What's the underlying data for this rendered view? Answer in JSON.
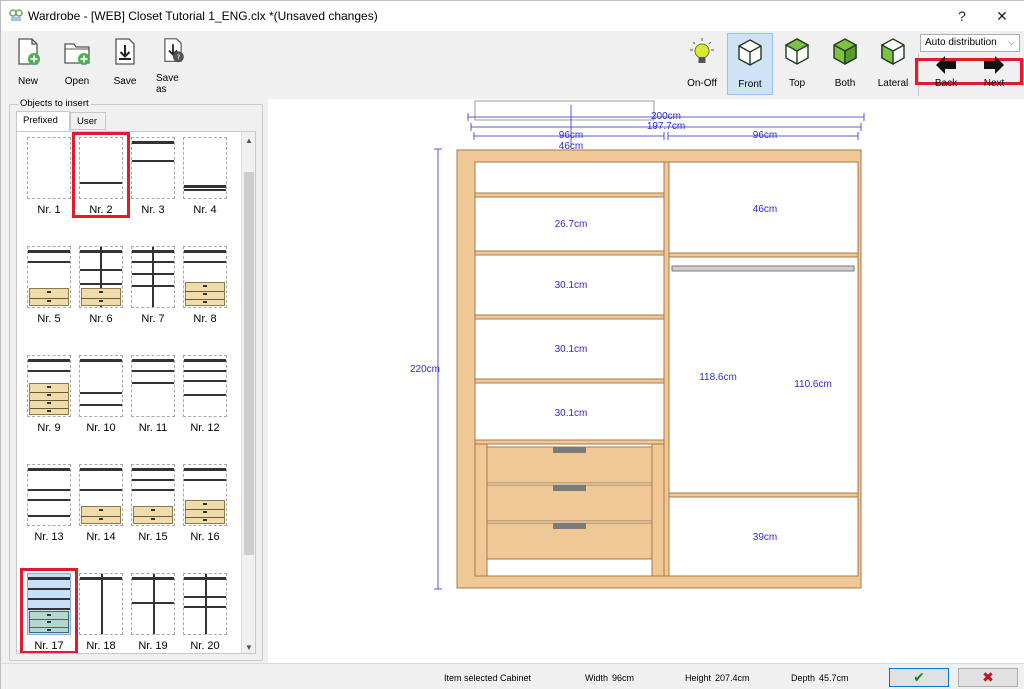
{
  "window": {
    "title": "Wardrobe - [WEB] Closet Tutorial 1_ENG.clx *(Unsaved changes)",
    "help": "?",
    "close": "✕"
  },
  "toolbar": {
    "new": "New",
    "open": "Open",
    "save": "Save",
    "save_as": "Save as",
    "on_off": "On-Off",
    "front": "Front",
    "top": "Top",
    "both": "Both",
    "lateral": "Lateral",
    "back": "Back",
    "next": "Next",
    "distribution": "Auto distribution"
  },
  "panel": {
    "group_label": "Objects to insert",
    "tabs": [
      "Prefixed",
      "User"
    ],
    "items": [
      "Nr. 1",
      "Nr. 2",
      "Nr. 3",
      "Nr. 4",
      "Nr. 5",
      "Nr. 6",
      "Nr. 7",
      "Nr. 8",
      "Nr. 9",
      "Nr. 10",
      "Nr. 11",
      "Nr. 12",
      "Nr. 13",
      "Nr. 14",
      "Nr. 15",
      "Nr. 16",
      "Nr. 17",
      "Nr. 18",
      "Nr. 19",
      "Nr. 20"
    ],
    "selected_item": "Nr. 17"
  },
  "drawing": {
    "dims": {
      "total_width": "200cm",
      "inner_width": "197.7cm",
      "left_width": "96cm",
      "right_width": "96cm",
      "depth_label": "46cm",
      "height": "220cm",
      "left_shelf_1": "26.7cm",
      "left_shelf_2": "30.1cm",
      "left_shelf_3": "30.1cm",
      "left_shelf_4": "30.1cm",
      "right_top": "46cm",
      "right_hang_1": "118.6cm",
      "right_hang_2": "110.6cm",
      "right_bottom": "39cm"
    }
  },
  "status": {
    "item_selected_label": "Item selected",
    "item_selected_value": "Cabinet",
    "width_label": "Width",
    "width_value": "96cm",
    "height_label": "Height",
    "height_value": "207.4cm",
    "depth_label": "Depth",
    "depth_value": "45.7cm",
    "ok": "✔",
    "cancel": "✖"
  },
  "colors": {
    "wood": "#f0c895",
    "wood_edge": "#a7784a",
    "dimension": "#2b2bd6",
    "highlight": "#e11b2f"
  }
}
